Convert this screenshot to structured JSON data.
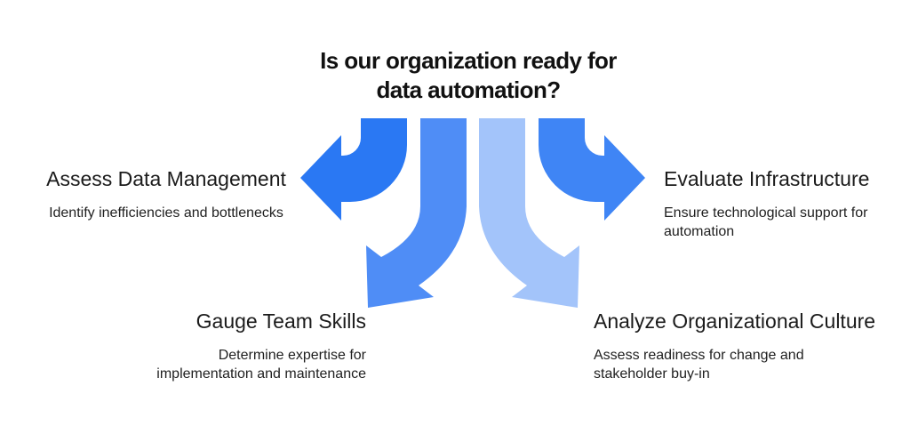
{
  "title": {
    "lines": [
      "Is our organization ready for",
      "data automation?"
    ]
  },
  "sections": {
    "left": {
      "heading": "Assess Data Management",
      "description_lines": [
        "Identify inefficiencies and bottlenecks"
      ]
    },
    "right": {
      "heading": "Evaluate Infrastructure",
      "description_lines": [
        "Ensure technological support for",
        "automation"
      ]
    },
    "bottom_left": {
      "heading": "Gauge Team Skills",
      "description_lines": [
        "Determine expertise for",
        "implementation and maintenance"
      ]
    },
    "bottom_right": {
      "heading": "Analyze Organizational Culture",
      "description_lines": [
        "Assess readiness for change and",
        "stakeholder buy-in"
      ]
    }
  },
  "arrows": {
    "left": {
      "color": "#2a78f3"
    },
    "bottom_left": {
      "color": "#4f8df6"
    },
    "bottom_right": {
      "color": "#a3c4fa"
    },
    "right": {
      "color": "#3f85f5"
    }
  },
  "colors": {
    "background": "#ffffff",
    "text": "#111111"
  }
}
